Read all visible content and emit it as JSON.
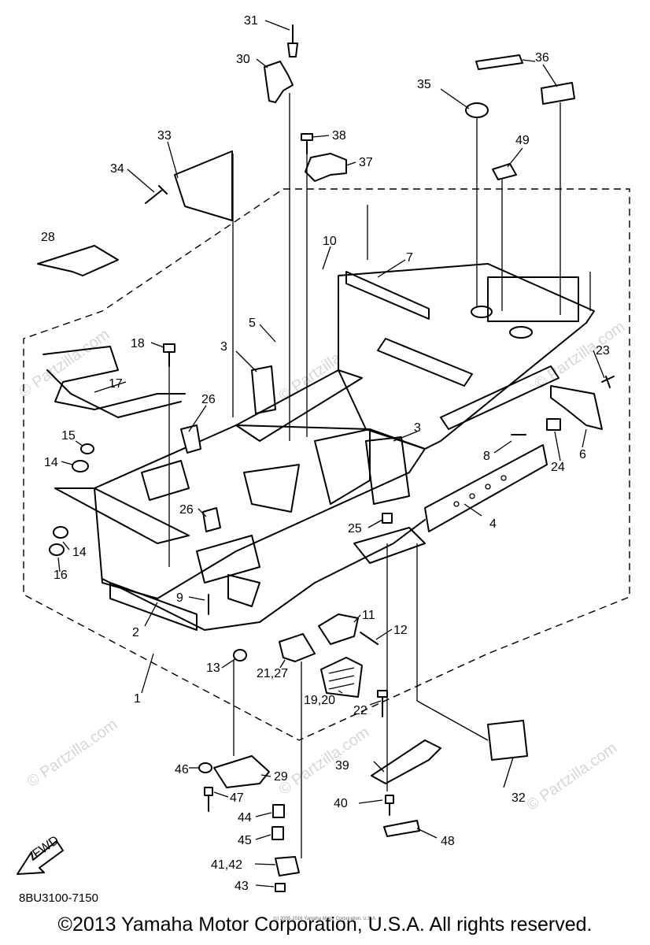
{
  "diagram": {
    "diagram_code": "8BU3100-7150",
    "copyright": "©2013 Yamaha Motor Corporation, U.S.A. All rights reserved.",
    "fine_print": "(c) 2005-2016 Yamaha Motor Corporation, U.S.A.",
    "watermark_text": "© Partzilla.com",
    "fwd_label": "FWD",
    "callouts": [
      "1",
      "2",
      "3",
      "3",
      "4",
      "5",
      "6",
      "7",
      "8",
      "9",
      "10",
      "11",
      "12",
      "13",
      "14",
      "14",
      "15",
      "16",
      "17",
      "18",
      "19,20",
      "21,27",
      "22",
      "23",
      "24",
      "25",
      "26",
      "26",
      "28",
      "29",
      "30",
      "31",
      "32",
      "33",
      "34",
      "35",
      "36",
      "37",
      "38",
      "39",
      "40",
      "41,42",
      "43",
      "44",
      "45",
      "46",
      "47",
      "48",
      "49"
    ]
  }
}
